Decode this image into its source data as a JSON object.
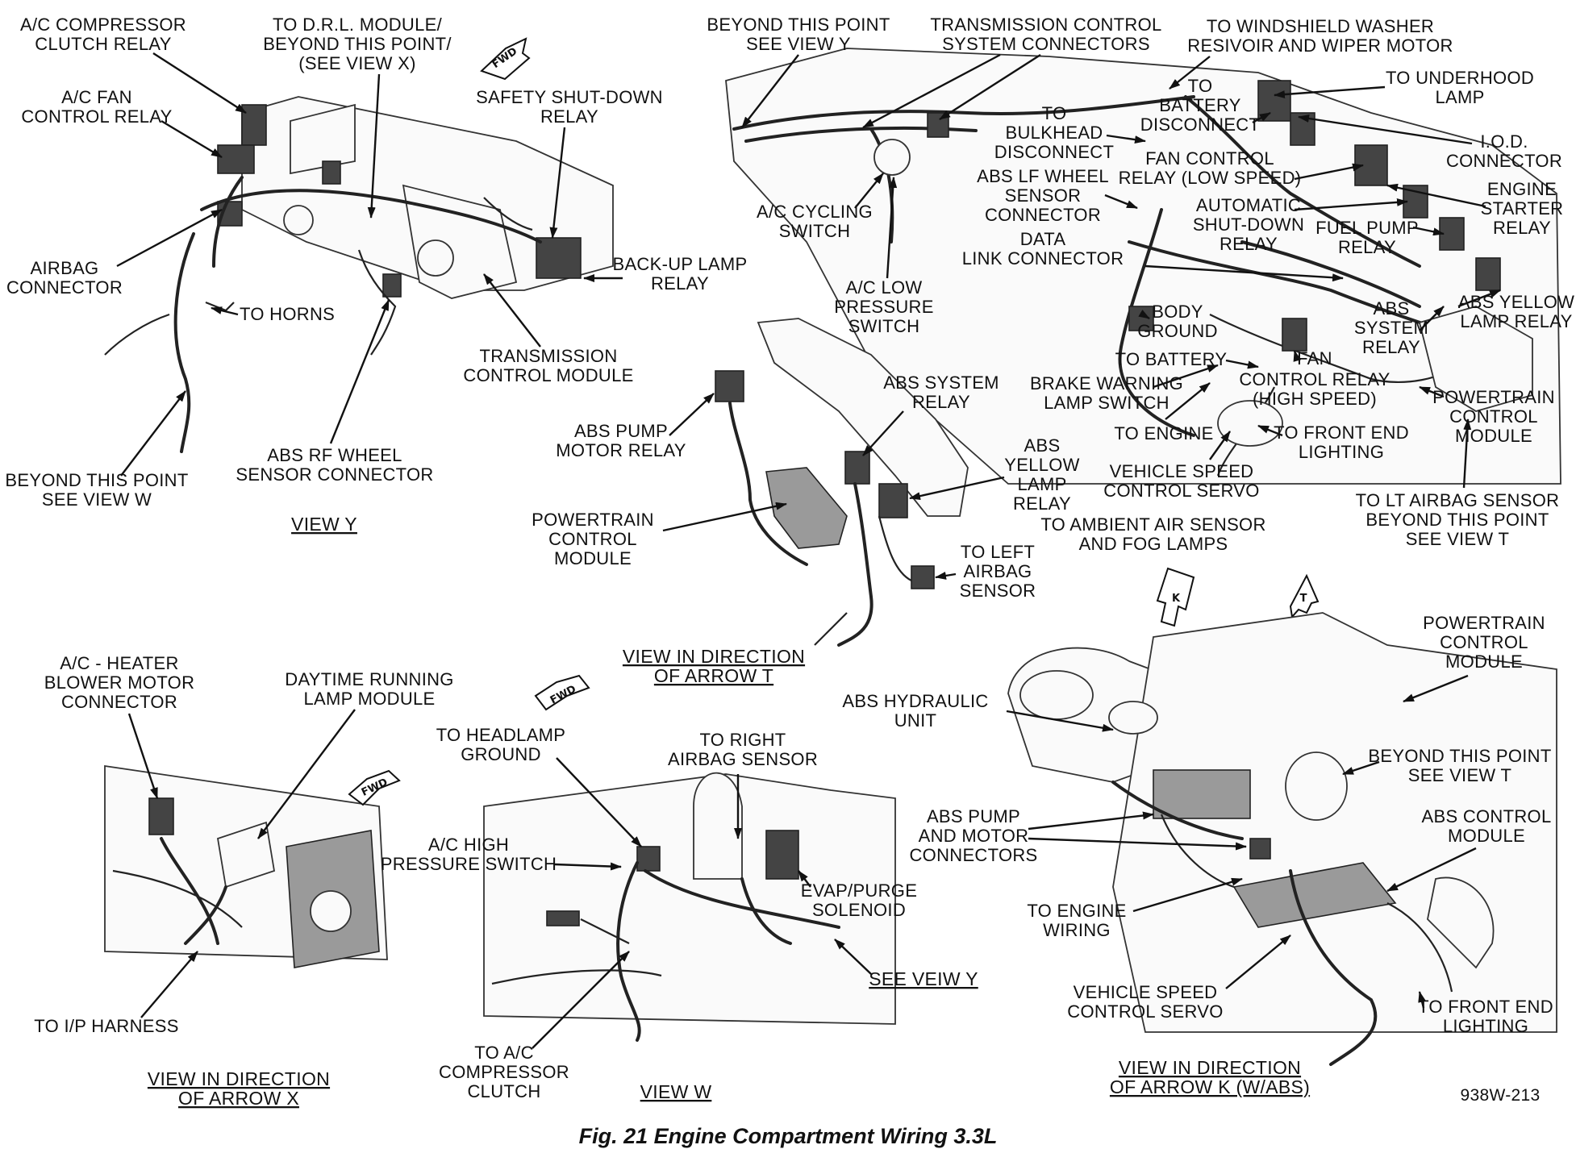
{
  "caption": "Fig. 21 Engine Compartment Wiring 3.3L",
  "figure_code": "938W-213",
  "direction_markers": {
    "fwd": "FWD",
    "arrow_k": "K",
    "arrow_t": "T"
  },
  "views": {
    "view_y": {
      "title": "VIEW Y",
      "labels": {
        "ac_comp_1": "A/C COMPRESSOR",
        "ac_comp_2": "CLUTCH RELAY",
        "drl_1": "TO D.R.L. MODULE/",
        "drl_2": "BEYOND THIS POINT/",
        "drl_3": "(SEE VIEW X)",
        "ac_fan_1": "A/C FAN",
        "ac_fan_2": "CONTROL RELAY",
        "ssd_1": "SAFETY SHUT-DOWN",
        "ssd_2": "RELAY",
        "airbag_1": "AIRBAG",
        "airbag_2": "CONNECTOR",
        "backup_1": "BACK-UP LAMP",
        "backup_2": "RELAY",
        "horns": "TO HORNS",
        "tcm_1": "TRANSMISSION",
        "tcm_2": "CONTROL MODULE",
        "beyond_1": "BEYOND THIS POINT",
        "beyond_2": "SEE VIEW W",
        "absrf_1": "ABS RF WHEEL",
        "absrf_2": "SENSOR CONNECTOR"
      }
    },
    "main_top_right": {
      "labels": {
        "beyond_y_1": "BEYOND THIS POINT",
        "beyond_y_2": "SEE VIEW Y",
        "tcs_1": "TRANSMISSION CONTROL",
        "tcs_2": "SYSTEM CONNECTORS",
        "wsw_1": "TO WINDSHIELD WASHER",
        "wsw_2": "RESIVOIR AND WIPER MOTOR",
        "uh_1": "TO UNDERHOOD",
        "uh_2": "LAMP",
        "to_1": "TO",
        "to_2": "BATTERY",
        "to_3": "DISCONNECT",
        "bulk_1": "TO",
        "bulk_2": "BULKHEAD",
        "bulk_3": "DISCONNECT",
        "iod_1": "I.O.D.",
        "iod_2": "CONNECTOR",
        "fcl_1": "FAN CONTROL",
        "fcl_2": "RELAY (LOW SPEED)",
        "starter_1": "ENGINE",
        "starter_2": "STARTER",
        "starter_3": "RELAY",
        "abslf_1": "ABS LF WHEEL",
        "abslf_2": "SENSOR",
        "abslf_3": "CONNECTOR",
        "asd_1": "AUTOMATIC",
        "asd_2": "SHUT-DOWN",
        "asd_3": "RELAY",
        "fuel_1": "FUEL PUMP",
        "fuel_2": "RELAY",
        "accyc_1": "A/C CYCLING",
        "accyc_2": "SWITCH",
        "dlc_1": "DATA",
        "dlc_2": "LINK CONNECTOR",
        "aclow_1": "A/C LOW",
        "aclow_2": "PRESSURE",
        "aclow_3": "SWITCH",
        "absyel_1": "ABS YELLOW",
        "absyel_2": "LAMP RELAY",
        "body_1": "BODY",
        "body_2": "GROUND",
        "abssys_1": "ABS",
        "abssys_2": "SYSTEM",
        "abssys_3": "RELAY",
        "tobatt": "TO BATTERY",
        "fch_1": "FAN",
        "fch_2": "CONTROL RELAY",
        "fch_3": "(HIGH SPEED)",
        "brake_1": "BRAKE WARNING",
        "brake_2": "LAMP SWITCH",
        "pcm_1": "POWERTRAIN",
        "pcm_2": "CONTROL",
        "pcm_3": "MODULE",
        "toeng": "TO ENGINE",
        "tfel_1": "TO FRONT END",
        "tfel_2": "LIGHTING",
        "vss_1": "VEHICLE SPEED",
        "vss_2": "CONTROL SERVO",
        "lt_1": "TO LT AIRBAG SENSOR",
        "lt_2": "BEYOND THIS POINT",
        "lt_3": "SEE VIEW T",
        "amb_1": "TO AMBIENT AIR SENSOR",
        "amb_2": "AND FOG LAMPS"
      }
    },
    "view_t": {
      "title_1": "VIEW IN DIRECTION",
      "title_2": "OF ARROW T",
      "labels": {
        "pump_1": "ABS PUMP",
        "pump_2": "MOTOR RELAY",
        "sys_1": "ABS SYSTEM",
        "sys_2": "RELAY",
        "yel_1": "ABS",
        "yel_2": "YELLOW",
        "yel_3": "LAMP",
        "yel_4": "RELAY",
        "pcm_1": "POWERTRAIN",
        "pcm_2": "CONTROL",
        "pcm_3": "MODULE",
        "left_1": "TO LEFT",
        "left_2": "AIRBAG",
        "left_3": "SENSOR"
      }
    },
    "view_x": {
      "title_1": "VIEW IN DIRECTION",
      "title_2": "OF ARROW X",
      "labels": {
        "blower_1": "A/C - HEATER",
        "blower_2": "BLOWER MOTOR",
        "blower_3": "CONNECTOR",
        "drl_1": "DAYTIME RUNNING",
        "drl_2": "LAMP MODULE",
        "ip": "TO I/P HARNESS"
      }
    },
    "view_w": {
      "title": "VIEW W",
      "labels": {
        "hg_1": "TO HEADLAMP",
        "hg_2": "GROUND",
        "rab_1": "TO RIGHT",
        "rab_2": "AIRBAG SENSOR",
        "achp_1": "A/C HIGH",
        "achp_2": "PRESSURE SWITCH",
        "evap_1": "EVAP/PURGE",
        "evap_2": "SOLENOID",
        "seey": "SEE VEIW Y",
        "acc_1": "TO A/C",
        "acc_2": "COMPRESSOR",
        "acc_3": "CLUTCH"
      }
    },
    "view_k": {
      "title_1": "VIEW IN DIRECTION",
      "title_2": "OF ARROW K (W/ABS)",
      "labels": {
        "pcm_1": "POWERTRAIN",
        "pcm_2": "CONTROL",
        "pcm_3": "MODULE",
        "hyd_1": "ABS HYDRAULIC",
        "hyd_2": "UNIT",
        "bt_1": "BEYOND THIS POINT",
        "bt_2": "SEE VIEW T",
        "pm_1": "ABS PUMP",
        "pm_2": "AND MOTOR",
        "pm_3": "CONNECTORS",
        "acm_1": "ABS CONTROL",
        "acm_2": "MODULE",
        "ew_1": "TO ENGINE",
        "ew_2": "WIRING",
        "vss_1": "VEHICLE SPEED",
        "vss_2": "CONTROL SERVO",
        "fel_1": "TO FRONT END",
        "fel_2": "LIGHTING"
      }
    }
  }
}
